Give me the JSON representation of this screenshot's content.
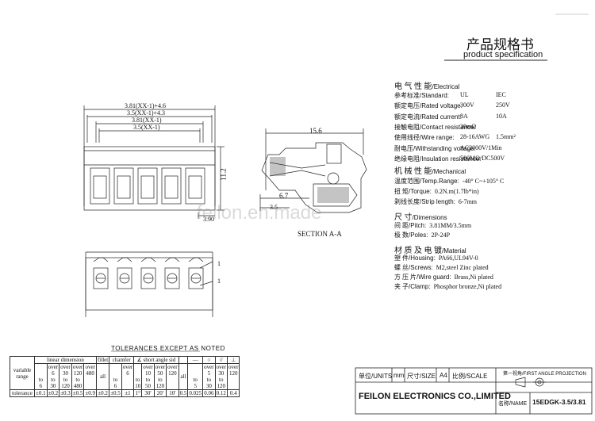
{
  "header": {
    "title_cn": "产品规格书",
    "title_en": "product specification"
  },
  "front_view": {
    "dims": [
      "3.81(XX-1)+4.6",
      "3.5(XX-1)+4.3",
      "3.81(XX-1)",
      "3.5(XX-1)"
    ],
    "height": "11.2",
    "bottom": "3.90"
  },
  "side_view": {
    "top": "15.6",
    "mid": "6.7",
    "low": "3.5",
    "caption": "SECTION A-A"
  },
  "bottom_view": {
    "label1": "1",
    "label2": "1"
  },
  "watermark": "feilon.en.made",
  "spec": {
    "electrical_cn": "电 气 性 能",
    "electrical_en": "/Electrical",
    "rows": [
      {
        "cn": "参考标准",
        "en": "/Standard:",
        "v1": "UL",
        "v2": "IEC"
      },
      {
        "cn": "额定电压",
        "en": "/Rated voltage:",
        "v1": "300V",
        "v2": "250V"
      },
      {
        "cn": "额定电流",
        "en": "/Rated current:",
        "v1": "8A",
        "v2": "10A"
      },
      {
        "cn": "接触电阻",
        "en": "/Contact resistance:",
        "v1": "20mΩ",
        "v2": ""
      },
      {
        "cn": "使用线径",
        "en": "/Wire range:",
        "v1": "28-16AWG",
        "v2": "1.5mm²"
      },
      {
        "cn": "耐电压",
        "en": "/Withstanding voltage:",
        "v1": "AC2000V/1Min",
        "v2": ""
      },
      {
        "cn": "绝缘电阻",
        "en": "/Insulation resistance:",
        "v1": "500MΩ/DC500V",
        "v2": ""
      }
    ],
    "mechanical_cn": "机 械 性 能",
    "mechanical_en": "/Mechanical",
    "mech_rows": [
      {
        "cn": "温度范围",
        "en": "/Temp.Range:",
        "v1": "-40° C~+105° C"
      },
      {
        "cn": "扭    矩",
        "en": "/Torque:",
        "v1": "0.2N.m(1.7lb*in)"
      },
      {
        "cn": "剥线长度",
        "en": "/Strip length:",
        "v1": "6-7mm"
      }
    ],
    "dimensions_cn": "尺    寸",
    "dimensions_en": "/Dimensions",
    "dim_rows": [
      {
        "cn": "间 距",
        "en": "/Pitch:",
        "v1": "3.81MM/3.5mm"
      },
      {
        "cn": "极 数",
        "en": "/Poles:",
        "v1": "2P-24P"
      }
    ],
    "material_cn": "材 质 及 电 镀",
    "material_en": "/Material",
    "mat_rows": [
      {
        "cn": "塑 件",
        "en": "/Housing:",
        "v1": "PA66,UL94V-0"
      },
      {
        "cn": "螺 丝",
        "en": "/Screws:",
        "v1": "M2,steel Zinc plated"
      },
      {
        "cn": "方 压 片",
        "en": "/Wire guard:",
        "v1": "Brass,Ni plated"
      },
      {
        "cn": "夹 子",
        "en": "/Clamp:",
        "v1": "Phosphor bronze,Ni plated"
      }
    ]
  },
  "tolerances": {
    "title": "TOLERANCES EXCEPT AS NOTED",
    "h_linear": "linear dimension",
    "h_fillet": "fillet",
    "h_chamfer": "chamfer",
    "h_angle": "short angle sid",
    "row_label1": "variable",
    "row_label2": "range",
    "row_label3": "tolerance",
    "linear_cols": [
      [
        "",
        "",
        "to",
        "6"
      ],
      [
        "over",
        "6",
        "to",
        "30"
      ],
      [
        "over",
        "30",
        "to",
        "120"
      ],
      [
        "over",
        "120",
        "to",
        "480"
      ],
      [
        "over",
        "480",
        "",
        ""
      ]
    ],
    "fillet": "all",
    "chamfer_cols": [
      [
        "",
        "",
        "to",
        "6"
      ],
      [
        "over",
        "6",
        "",
        ""
      ]
    ],
    "angle_cols": [
      [
        "",
        "",
        "to",
        "10"
      ],
      [
        "over",
        "10",
        "to",
        "50"
      ],
      [
        "over",
        "50",
        "to",
        "120"
      ],
      [
        "over",
        "120",
        "",
        ""
      ]
    ],
    "geo_cols": [
      [
        "all"
      ],
      [
        "",
        "",
        "to",
        "5"
      ],
      [
        "over",
        "5",
        "to",
        "30"
      ],
      [
        "over",
        "30",
        "to",
        "120"
      ],
      [
        "over",
        "120",
        "",
        ""
      ]
    ],
    "tol_values": [
      "±0.1",
      "±0.2",
      "±0.3",
      "±0.5",
      "±0.9",
      "±0.2",
      "±0.5",
      "±1",
      "1°",
      "30'",
      "20'",
      "10'",
      "0.5",
      "0.025",
      "0.06",
      "0.12",
      "0.4"
    ],
    "symbols": [
      "—",
      "○",
      "//",
      "⊥"
    ]
  },
  "titleblock": {
    "units_label": "单位/UNITS",
    "units_value": "mm",
    "size_label": "尺寸/SIZE",
    "size_value": "A4",
    "scale_label": "比例/SCALE",
    "company": "FEILON ELECTRONICS CO.,LIMITED",
    "projection_label": "第一视角/FIRST ANGLE PROJECTION",
    "name_label": "名称/NAME",
    "part_number": "15EDGK-3.5/3.81"
  }
}
